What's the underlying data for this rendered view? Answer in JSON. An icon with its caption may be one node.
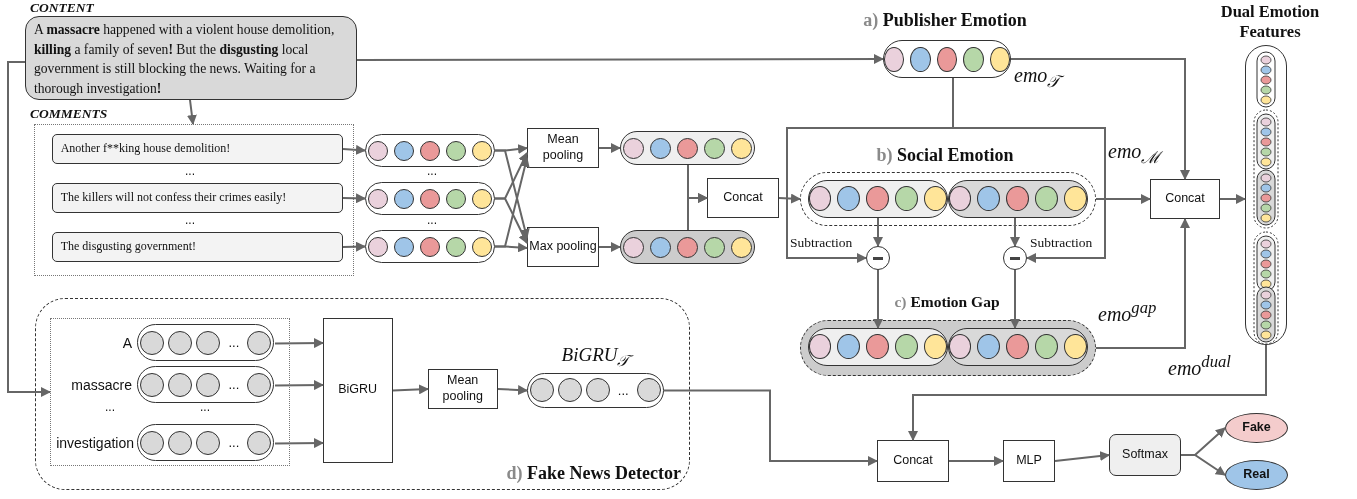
{
  "diagram": {
    "nodes": [
      {
        "text": [
          "CONTENT",
          "A **massacre** happened with a violent house demolition, **killing** a family of seven**!** But the **disgusting** local government is still blocking the news. Waiting for a thorough investigation**!**"
        ]
      },
      {
        "text": [
          "COMMENTS"
        ]
      },
      {
        "text": [
          "Another f**king house demolition!"
        ],
        "in": 1
      },
      {
        "text": [
          "The killers will not confess their crimes easily!"
        ],
        "in": 1
      },
      {
        "text": [
          "The disgusting government!"
        ],
        "in": 1
      },
      {
        "text": [],
        "shape": "capsule"
      },
      {
        "text": [],
        "shape": "capsule"
      },
      {
        "text": [],
        "shape": "capsule"
      },
      {
        "text": [
          "Mean pooling"
        ]
      },
      {
        "text": [
          "Max pooling"
        ]
      },
      {
        "text": [],
        "shape": "capsule"
      },
      {
        "text": [],
        "shape": "capsule"
      },
      {
        "text": [
          "Concat"
        ]
      },
      {
        "text": [
          "a) **Publisher Emotion**"
        ],
        "beside": [
          "emo$_{𝒯}$"
        ]
      },
      {
        "text": [
          "b) **Social Emotion**"
        ],
        "beside": [
          "emo$_{ℳ}$"
        ]
      },
      {
        "text": [],
        "shape": "capsule",
        "in": 14
      },
      {
        "text": [],
        "shape": "capsule",
        "in": 14
      },
      {
        "text": [],
        "shape": "circle"
      },
      {
        "text": [],
        "shape": "circle"
      },
      {
        "text": [
          "c) **Emotion Gap**"
        ],
        "beside": [
          "emo$^{gap}$"
        ]
      },
      {
        "text": [],
        "shape": "capsule",
        "in": 19
      },
      {
        "text": [],
        "shape": "capsule",
        "in": 19
      },
      {
        "text": [
          "Concat"
        ]
      },
      {
        "text": [
          "Dual Emotion Features"
        ],
        "beside": [
          "emo$^{dual}$"
        ]
      },
      {
        "text": [
          "d) **Fake News Detector**"
        ]
      },
      {
        "text": [],
        "shape": "box",
        "in": 24
      },
      {
        "text": [
          "..."
        ],
        "beside": [
          "A"
        ],
        "in": 25
      },
      {
        "text": [
          "..."
        ],
        "beside": [
          "massacre"
        ],
        "in": 25
      },
      {
        "text": [
          "..."
        ],
        "beside": [
          "investigation"
        ],
        "in": 25
      },
      {
        "text": [
          "BiGRU"
        ],
        "in": 24
      },
      {
        "text": [
          "Mean pooling"
        ],
        "in": 24
      },
      {
        "text": [
          "BiGRU$_{𝒯}$",
          "..."
        ],
        "in": 24
      },
      {
        "text": [
          "Concat"
        ]
      },
      {
        "text": [
          "MLP"
        ]
      },
      {
        "text": [
          "Softmax"
        ]
      },
      {
        "text": [
          "Fake"
        ]
      },
      {
        "text": [
          "Real"
        ]
      }
    ],
    "edges": [
      {
        "from": 0,
        "to": 1,
        "arrow": "to"
      },
      {
        "from": 0,
        "to": 13,
        "arrow": "to"
      },
      {
        "from": 0,
        "to": 25,
        "arrow": "to"
      },
      {
        "from": 2,
        "to": 5,
        "arrow": "to"
      },
      {
        "from": 3,
        "to": 6,
        "arrow": "to"
      },
      {
        "from": 4,
        "to": 7,
        "arrow": "to"
      },
      {
        "from": 5,
        "to": 8,
        "arrow": "to"
      },
      {
        "from": 5,
        "to": 9,
        "arrow": "to"
      },
      {
        "from": 6,
        "to": 8,
        "arrow": "to"
      },
      {
        "from": 6,
        "to": 9,
        "arrow": "to"
      },
      {
        "from": 7,
        "to": 8,
        "arrow": "to"
      },
      {
        "from": 7,
        "to": 9,
        "arrow": "to"
      },
      {
        "from": 8,
        "to": 10,
        "arrow": "to"
      },
      {
        "from": 9,
        "to": 11,
        "arrow": "to"
      },
      {
        "from": 10,
        "to": 12,
        "arrow": "to"
      },
      {
        "from": 11,
        "to": 12,
        "arrow": "to"
      },
      {
        "from": 12,
        "to": 14,
        "arrow": "to"
      },
      {
        "from": 13,
        "to": 17,
        "arrow": "to"
      },
      {
        "from": 13,
        "to": 18,
        "arrow": "to"
      },
      {
        "from": 13,
        "to": 22,
        "arrow": "to"
      },
      {
        "from": 15,
        "to": 17,
        "arrow": "to"
      },
      {
        "from": 16,
        "to": 18,
        "arrow": "to"
      },
      {
        "from": 17,
        "to": 20,
        "arrow": "to"
      },
      {
        "from": 18,
        "to": 21,
        "arrow": "to"
      },
      {
        "from": 14,
        "to": 22,
        "arrow": "to"
      },
      {
        "from": 19,
        "to": 22,
        "arrow": "to"
      },
      {
        "from": 22,
        "to": 23,
        "arrow": "to"
      },
      {
        "from": 23,
        "to": 32,
        "arrow": "to"
      },
      {
        "from": 31,
        "to": 32,
        "arrow": "to"
      },
      {
        "from": 26,
        "to": 29,
        "arrow": "to"
      },
      {
        "from": 27,
        "to": 29,
        "arrow": "to"
      },
      {
        "from": 28,
        "to": 29,
        "arrow": "to"
      },
      {
        "from": 29,
        "to": 30,
        "arrow": "to"
      },
      {
        "from": 30,
        "to": 31,
        "arrow": "to"
      },
      {
        "from": 32,
        "to": 33,
        "arrow": "to"
      },
      {
        "from": 33,
        "to": 34,
        "arrow": "to"
      },
      {
        "from": 34,
        "to": 35,
        "arrow": "to"
      },
      {
        "from": 34,
        "to": 36,
        "arrow": "to"
      }
    ],
    "labels": [
      "...",
      "...",
      "...",
      "...",
      "Subtraction",
      "Subtraction",
      "...",
      "..."
    ]
  }
}
